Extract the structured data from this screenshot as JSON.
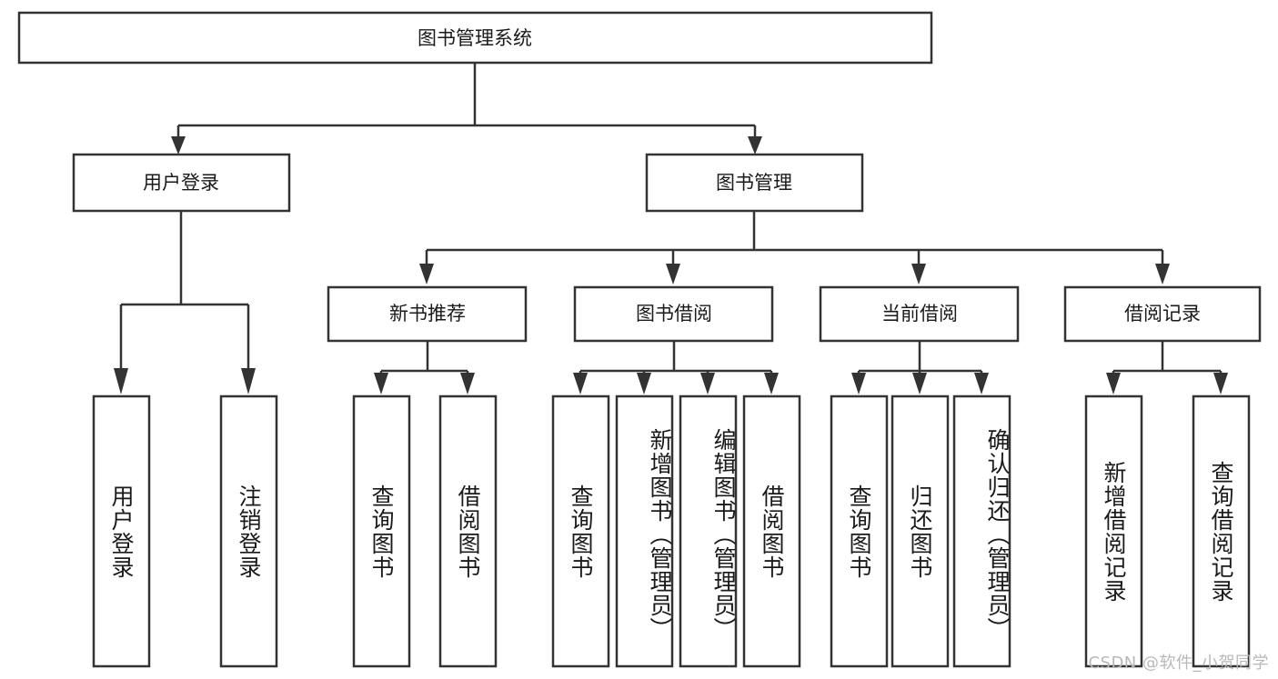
{
  "diagram": {
    "type": "tree-hierarchy",
    "title": "图书管理系统",
    "watermark": "CSDN @软件_小贺同学",
    "style": {
      "box_fill": "#ffffff",
      "box_stroke": "#333333",
      "text_color": "#1a1a1a",
      "watermark_color": "#b8b8b8",
      "background": "#ffffff"
    },
    "root": {
      "label": "图书管理系统"
    },
    "level1": [
      {
        "label": "用户登录"
      },
      {
        "label": "图书管理"
      }
    ],
    "level2": [
      {
        "label": "新书推荐"
      },
      {
        "label": "图书借阅"
      },
      {
        "label": "当前借阅"
      },
      {
        "label": "借阅记录"
      }
    ],
    "leaves": {
      "user_login": [
        {
          "label": "用户登录"
        },
        {
          "label": "注销登录"
        }
      ],
      "new_book_recommend": [
        {
          "label": "查询图书"
        },
        {
          "label": "借阅图书"
        }
      ],
      "book_borrow": [
        {
          "label": "查询图书"
        },
        {
          "label": "新增图书（管理员）"
        },
        {
          "label": "编辑图书（管理员）"
        },
        {
          "label": "借阅图书"
        }
      ],
      "current_borrow": [
        {
          "label": "查询图书"
        },
        {
          "label": "归还图书"
        },
        {
          "label": "确认归还（管理员）"
        }
      ],
      "borrow_record": [
        {
          "label": "新增借阅记录"
        },
        {
          "label": "查询借阅记录"
        }
      ]
    }
  }
}
